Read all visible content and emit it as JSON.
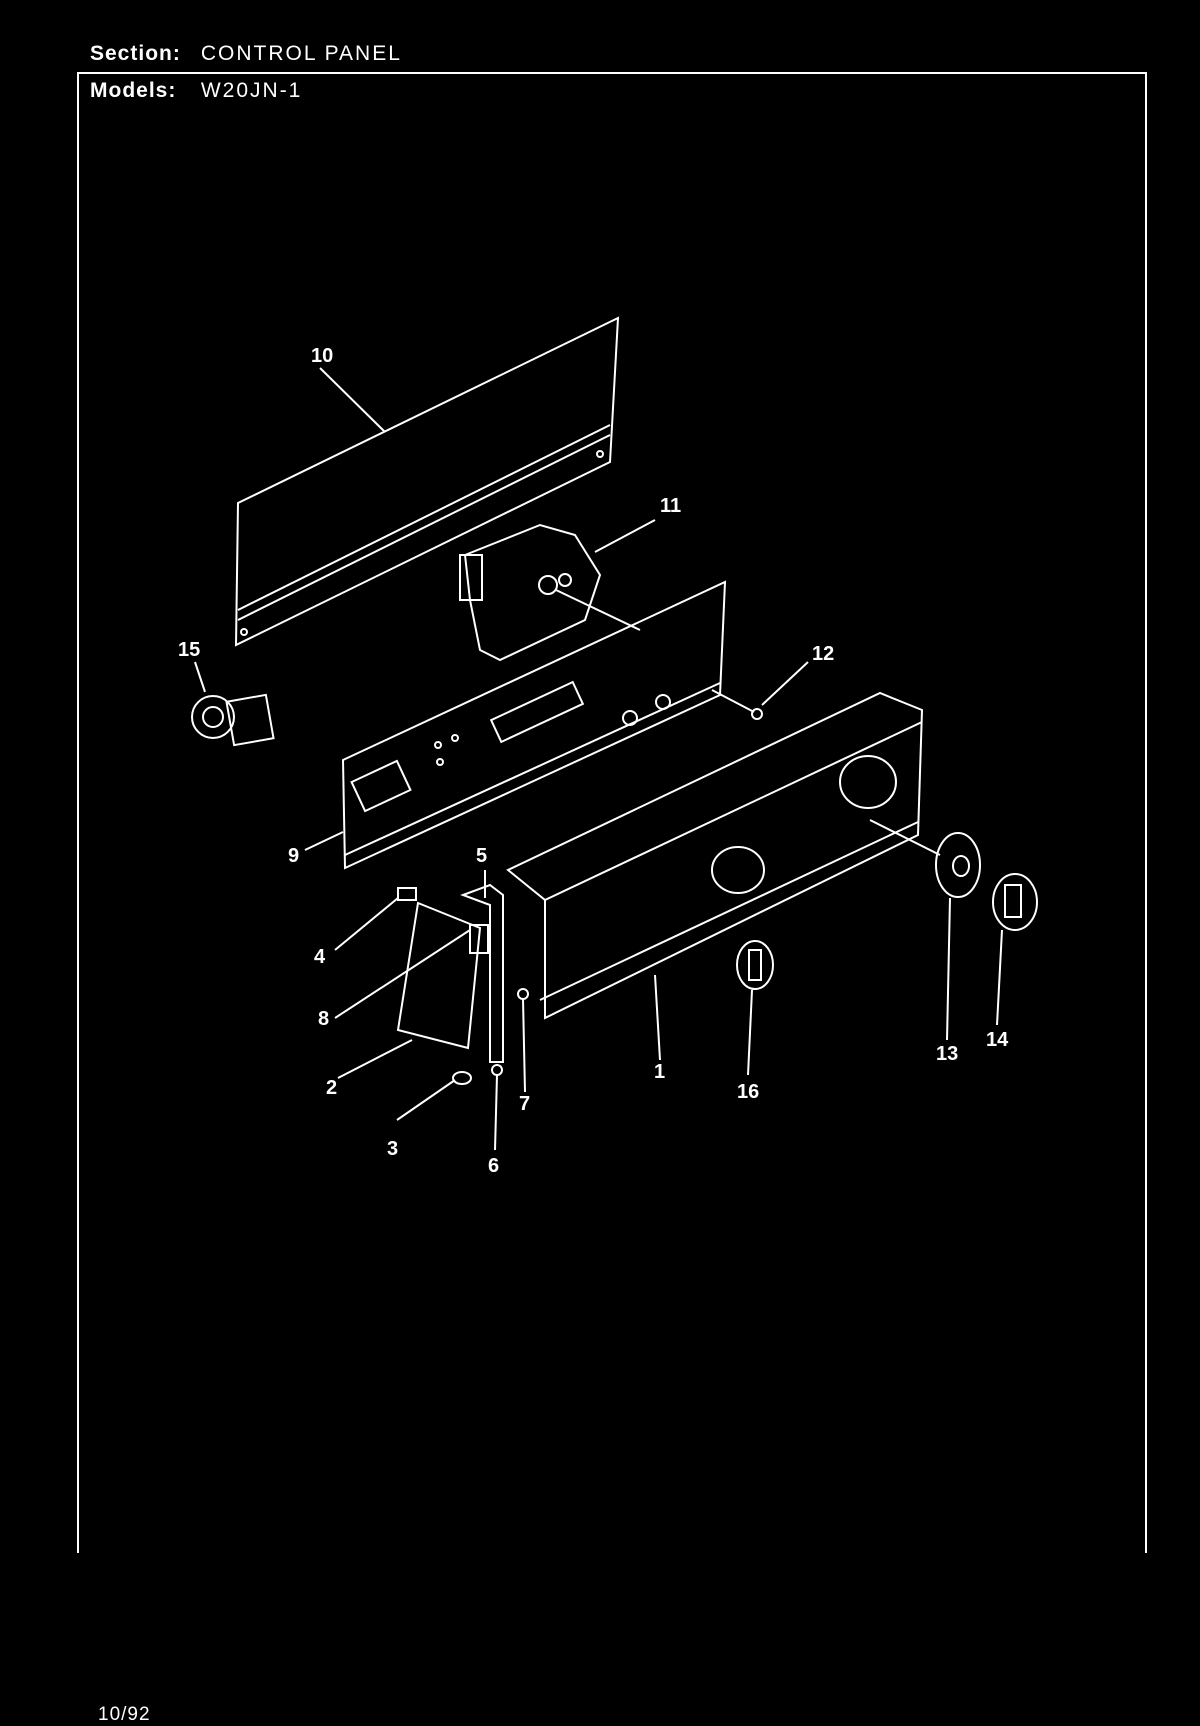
{
  "header": {
    "section_label": "Section:",
    "section_value": "CONTROL PANEL",
    "models_label": "Models:",
    "models_value": "W20JN-1"
  },
  "callouts": [
    "1",
    "2",
    "3",
    "4",
    "5",
    "6",
    "7",
    "8",
    "9",
    "10",
    "11",
    "12",
    "13",
    "14",
    "15",
    "16"
  ],
  "footer": {
    "date": "10/92"
  },
  "colors": {
    "background": "#000000",
    "line": "#ffffff"
  }
}
